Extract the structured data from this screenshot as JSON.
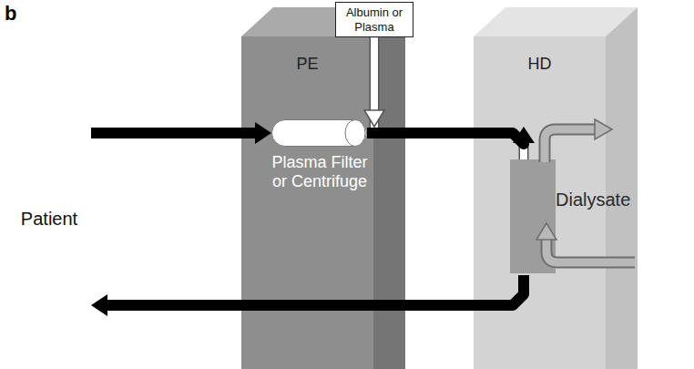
{
  "diagram": {
    "nodes": [
      {
        "text": [
          "Patient"
        ]
      },
      {
        "text": [
          "PE"
        ]
      },
      {
        "text": [
          "Plasma Filter or Centrifuge"
        ],
        "in": 1
      },
      {
        "text": [
          "Albumin or Plasma"
        ]
      },
      {
        "text": [
          "HD",
          "Dialysate"
        ]
      }
    ],
    "edges": [
      {
        "from": 0,
        "to": 2,
        "arrow": "to"
      },
      {
        "from": 2,
        "to": 4,
        "arrow": "to"
      },
      {
        "from": 3,
        "to": 4,
        "arrow": "to"
      },
      {
        "from": 4,
        "to": 0,
        "arrow": "to"
      }
    ],
    "labels": [
      "b"
    ]
  }
}
